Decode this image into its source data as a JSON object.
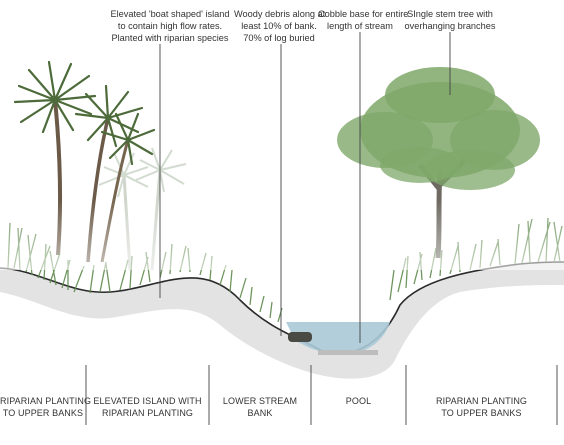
{
  "annotations": [
    {
      "lines": [
        "Elevated 'boat shaped' island",
        "to contain high flow rates.",
        "Planted with riparian species"
      ]
    },
    {
      "lines": [
        "Woody debris along at",
        "least 10% of bank.",
        "70% of log buried"
      ]
    },
    {
      "lines": [
        "Cobble base for entire",
        "length of stream"
      ]
    },
    {
      "lines": [
        "SIngle stem tree with",
        "overhanging branches"
      ]
    }
  ],
  "zones": [
    {
      "lines": [
        "RIPARIAN   PLANTING",
        "TO UPPER BANKS"
      ]
    },
    {
      "lines": [
        "ELEVATED ISLAND WITH",
        "RIPARIAN PLANTING"
      ]
    },
    {
      "lines": [
        "LOWER STREAM",
        "BANK"
      ]
    },
    {
      "lines": [
        "POOL"
      ]
    },
    {
      "lines": [
        "RIPARIAN   PLANTING",
        "TO UPPER BANKS"
      ]
    }
  ],
  "colors": {
    "ground_band": "#e3e3e3",
    "ground_edge": "#2a2a2a",
    "water": "#a9c9d6",
    "grass": "#5f8a4d",
    "tree_canopy": "#7fa86a",
    "palm": "#4d6b3a",
    "leader_line": "#444444"
  }
}
